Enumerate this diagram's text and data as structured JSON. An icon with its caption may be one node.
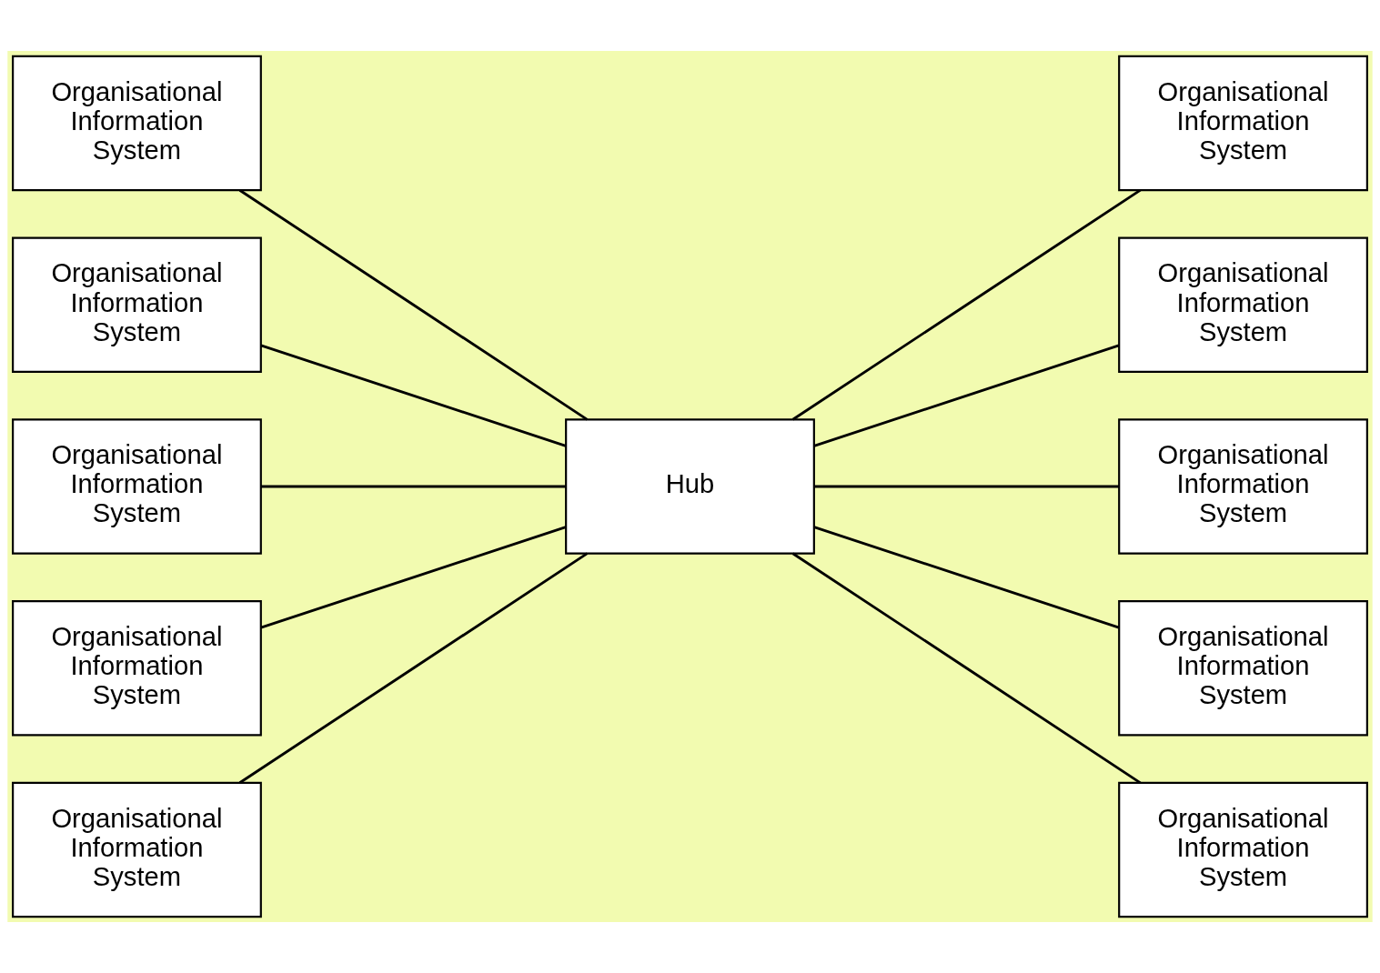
{
  "diagram": {
    "nodes": [
      {
        "text": [
          "Organisational Information System"
        ]
      },
      {
        "text": [
          "Organisational Information System"
        ]
      },
      {
        "text": [
          "Organisational Information System"
        ]
      },
      {
        "text": [
          "Organisational Information System"
        ]
      },
      {
        "text": [
          "Organisational Information System"
        ]
      },
      {
        "text": [
          "Hub"
        ]
      },
      {
        "text": [
          "Organisational Information System"
        ]
      },
      {
        "text": [
          "Organisational Information System"
        ]
      },
      {
        "text": [
          "Organisational Information System"
        ]
      },
      {
        "text": [
          "Organisational Information System"
        ]
      },
      {
        "text": [
          "Organisational Information System"
        ]
      }
    ],
    "edges": [
      {
        "from": 0,
        "to": 5,
        "arrow": "none"
      },
      {
        "from": 1,
        "to": 5,
        "arrow": "none"
      },
      {
        "from": 2,
        "to": 5,
        "arrow": "none"
      },
      {
        "from": 3,
        "to": 5,
        "arrow": "none"
      },
      {
        "from": 4,
        "to": 5,
        "arrow": "none"
      },
      {
        "from": 5,
        "to": 6,
        "arrow": "none"
      },
      {
        "from": 5,
        "to": 7,
        "arrow": "none"
      },
      {
        "from": 5,
        "to": 8,
        "arrow": "none"
      },
      {
        "from": 5,
        "to": 9,
        "arrow": "none"
      },
      {
        "from": 5,
        "to": 10,
        "arrow": "none"
      }
    ]
  }
}
